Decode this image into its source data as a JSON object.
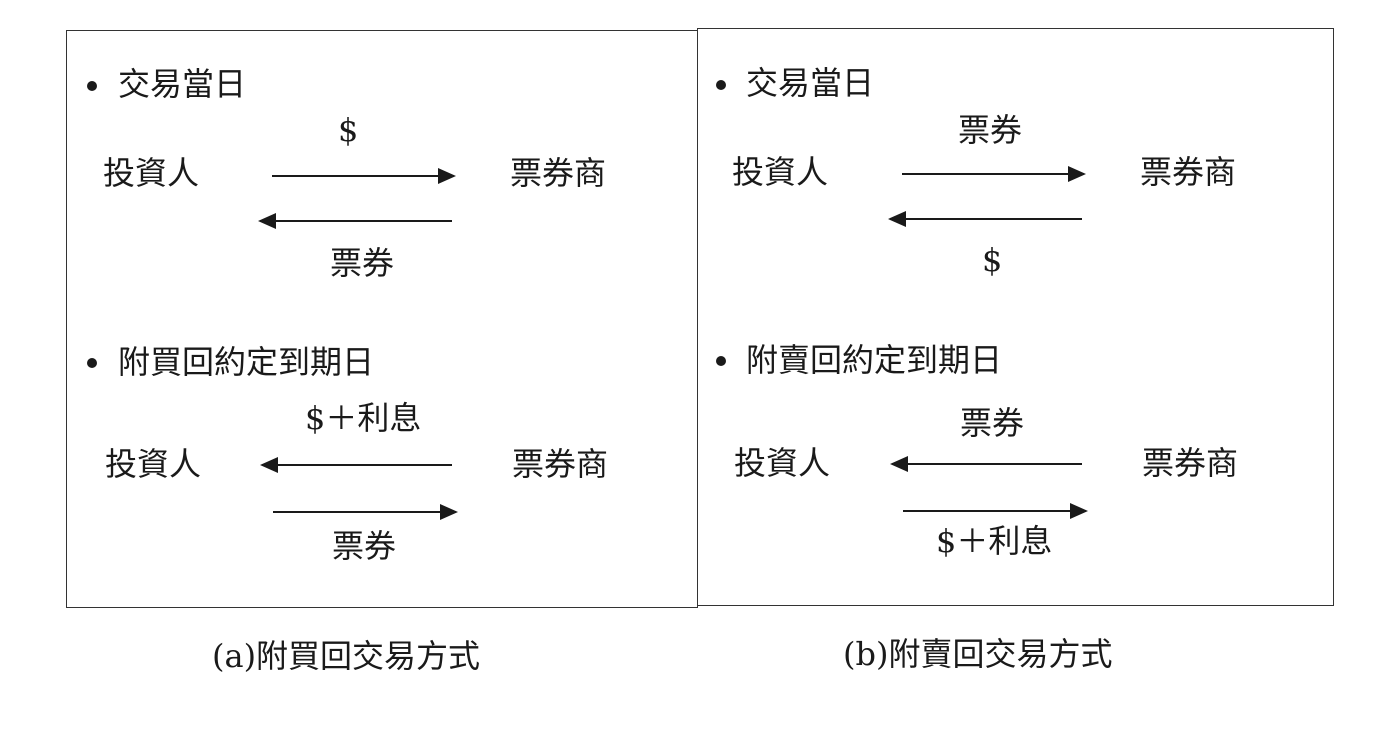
{
  "panel_a": {
    "section1": {
      "title": "交易當日",
      "left": "投資人",
      "right": "票券商",
      "top_label": "$",
      "bottom_label": "票券"
    },
    "section2": {
      "title": "附買回約定到期日",
      "left": "投資人",
      "right": "票券商",
      "top_label": "$＋利息",
      "bottom_label": "票券"
    },
    "caption": "(a)附買回交易方式"
  },
  "panel_b": {
    "section1": {
      "title": "交易當日",
      "left": "投資人",
      "right": "票券商",
      "top_label": "票券",
      "bottom_label": "$"
    },
    "section2": {
      "title": "附賣回約定到期日",
      "left": "投資人",
      "right": "票券商",
      "top_label": "票券",
      "bottom_label": "$＋利息"
    },
    "caption": "(b)附賣回交易方式"
  }
}
